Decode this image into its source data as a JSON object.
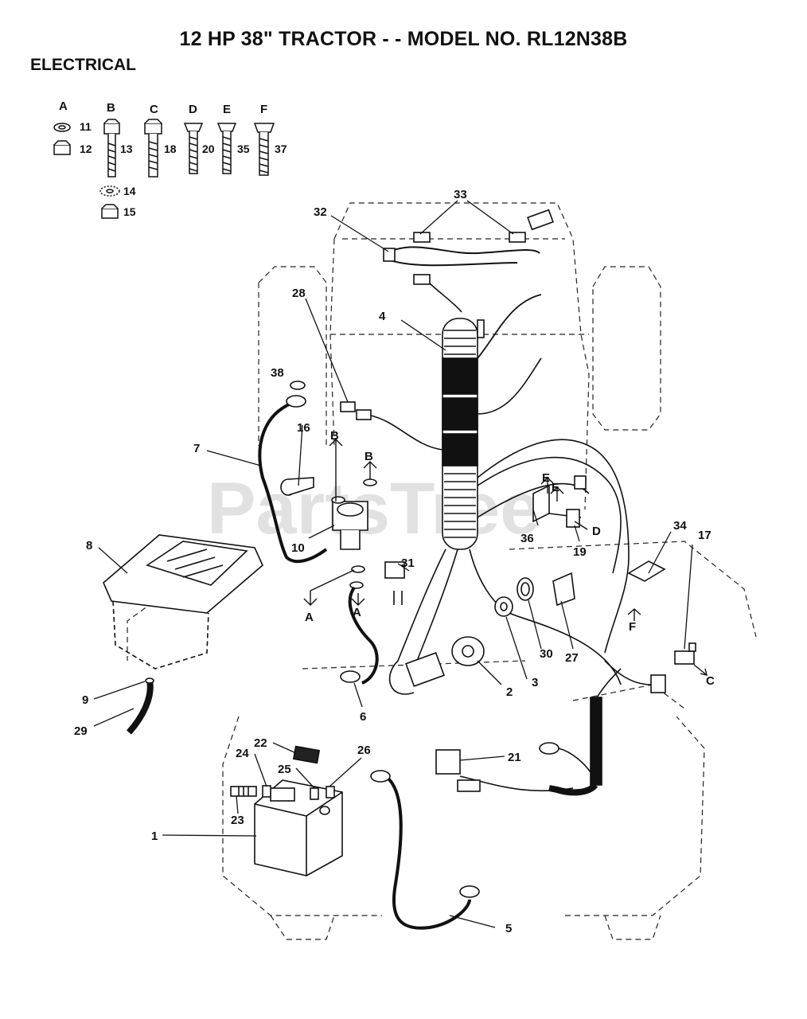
{
  "header": {
    "title": "12 HP 38\" TRACTOR - - MODEL NO.  RL12N38B",
    "section": "ELECTRICAL"
  },
  "watermark": "PartsTree",
  "hardware_legend": [
    {
      "letter": "A",
      "items": [
        "11",
        "12"
      ]
    },
    {
      "letter": "B",
      "items": [
        "13",
        "14",
        "15"
      ]
    },
    {
      "letter": "C",
      "items": [
        "18"
      ]
    },
    {
      "letter": "D",
      "items": [
        "20"
      ]
    },
    {
      "letter": "E",
      "items": [
        "35"
      ]
    },
    {
      "letter": "F",
      "items": [
        "37"
      ]
    }
  ],
  "callouts": [
    "1",
    "2",
    "3",
    "4",
    "5",
    "6",
    "7",
    "8",
    "9",
    "10",
    "16",
    "17",
    "19",
    "21",
    "22",
    "23",
    "24",
    "25",
    "26",
    "27",
    "28",
    "29",
    "30",
    "31",
    "32",
    "33",
    "34",
    "36",
    "38"
  ],
  "hardware_refs": [
    "A",
    "A",
    "B",
    "B",
    "C",
    "D",
    "E",
    "E",
    "F"
  ]
}
